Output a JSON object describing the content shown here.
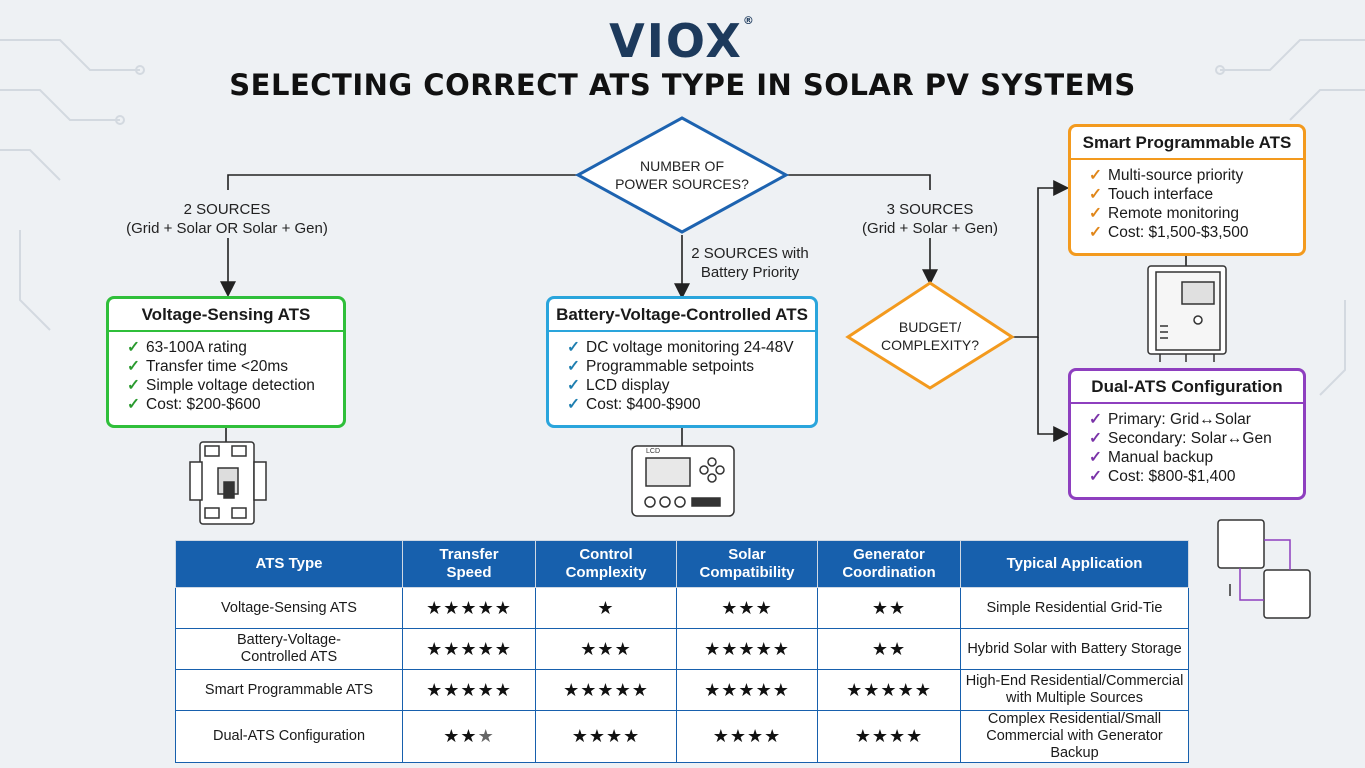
{
  "logo": {
    "text": "VIOX",
    "mark": "®"
  },
  "title": "SELECTING CORRECT ATS TYPE IN SOLAR PV SYSTEMS",
  "flow": {
    "decision_main": [
      "NUMBER OF",
      "POWER SOURCES?"
    ],
    "decision_budget": [
      "BUDGET/",
      "COMPLEXITY?"
    ],
    "branch_left": [
      "2 SOURCES",
      "(Grid + Solar OR Solar + Gen)"
    ],
    "branch_middle": [
      "2 SOURCES with",
      "Battery Priority"
    ],
    "branch_right": [
      "3 SOURCES",
      "(Grid + Solar + Gen)"
    ]
  },
  "boxes": [
    {
      "title": "Voltage-Sensing ATS",
      "items": [
        "63-100A rating",
        "Transfer time <20ms",
        "Simple voltage detection",
        "Cost: $200-$600"
      ],
      "color": "#2fbf3a"
    },
    {
      "title": "Battery-Voltage-Controlled ATS",
      "items": [
        "DC voltage monitoring 24-48V",
        "Programmable setpoints",
        "LCD display",
        "Cost: $400-$900"
      ],
      "color": "#2aa5dc"
    },
    {
      "title": "Smart Programmable ATS",
      "items": [
        "Multi-source priority",
        "Touch interface",
        "Remote monitoring",
        "Cost: $1,500-$3,500"
      ],
      "color": "#f39a1e"
    },
    {
      "title": "Dual-ATS Configuration",
      "items": [
        "Primary: Grid↔Solar",
        "Secondary: Solar↔Gen",
        "Manual backup",
        "Cost: $800-$1,400"
      ],
      "color": "#8e3fbf"
    }
  ],
  "icons": {
    "check": "✓",
    "star": "★",
    "device_voltage": "din-rail-breaker-icon",
    "device_battery": "lcd-controller-icon",
    "device_smart": "cabinet-enclosure-icon",
    "device_dual": "dual-ats-icon",
    "lcd_label": "LCD"
  },
  "table": {
    "headers": [
      [
        "ATS Type"
      ],
      [
        "Transfer",
        "Speed"
      ],
      [
        "Control",
        "Complexity"
      ],
      [
        "Solar",
        "Compatibility"
      ],
      [
        "Generator",
        "Coordination"
      ],
      [
        "Typical Application"
      ]
    ],
    "rows": [
      {
        "type": [
          "Voltage-Sensing ATS"
        ],
        "ratings": [
          5,
          1,
          3,
          2
        ],
        "application": [
          "Simple Residential Grid-Tie"
        ]
      },
      {
        "type": [
          "Battery-Voltage-",
          "Controlled ATS"
        ],
        "ratings": [
          5,
          3,
          5,
          2
        ],
        "application": [
          "Hybrid Solar with Battery Storage"
        ]
      },
      {
        "type": [
          "Smart Programmable ATS"
        ],
        "ratings": [
          5,
          5,
          5,
          5
        ],
        "application": [
          "High-End Residential/Commercial",
          "with Multiple Sources"
        ]
      },
      {
        "type": [
          "Dual-ATS Configuration"
        ],
        "ratings": [
          3,
          4,
          4,
          4
        ],
        "application": [
          "Complex Residential/Small",
          "Commercial with Generator Backup"
        ]
      }
    ]
  },
  "colors": {
    "header_blue": "#1760ad",
    "decision_blue": "#1d63b0",
    "decision_orange": "#f39a1e",
    "green": "#2fbf3a",
    "cyan": "#2aa5dc",
    "orange": "#f39a1e",
    "purple": "#8e3fbf"
  }
}
